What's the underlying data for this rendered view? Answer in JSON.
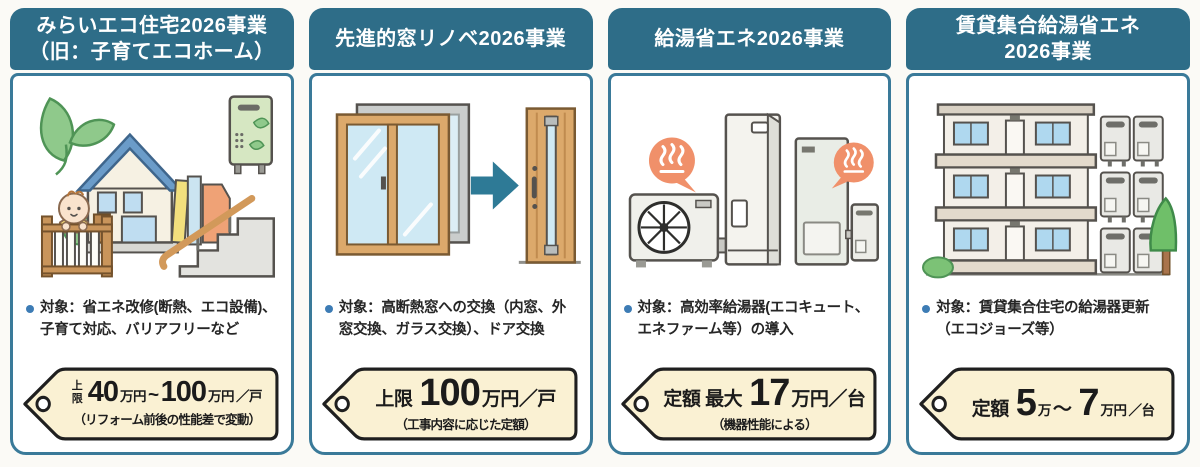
{
  "colors": {
    "page_bg": "#FBFAF6",
    "header_bg": "#2E6D88",
    "card_border": "#3A7A99",
    "tag_fill": "#FAF1D3",
    "tag_stroke": "#1F1F1F",
    "bullet_blue": "#3D7CB5",
    "text_dark": "#262626"
  },
  "cards": [
    {
      "id": "mirai-eco-house",
      "title_line1": "みらいエコ住宅2026事業",
      "title_line2": "（旧：子育てエコホーム）",
      "illustration": "eco-house-baby-gate-stairs-water-heater",
      "description": "対象：省エネ改修(断熱、エコ設備)、子育て対応、バリアフリーなど",
      "tag": {
        "segments": [
          {
            "text": "上限",
            "size": "stack"
          },
          {
            "text": "40",
            "size": "lg"
          },
          {
            "text": "万円",
            "size": "sm"
          },
          {
            "text": "~",
            "size": "md"
          },
          {
            "text": "100",
            "size": "lg"
          },
          {
            "text": "万円",
            "size": "sm"
          },
          {
            "text": "／戸",
            "size": "sm"
          }
        ],
        "caption": "（リフォーム前後の性能差で変動）"
      }
    },
    {
      "id": "advanced-window-renovation",
      "title_line1": "先進的窓リノベ2026事業",
      "illustration": "window-arrow-door",
      "description": "対象：高断熱窓への交換（内窓、外窓交換、ガラス交換）、ドア交換",
      "tag": {
        "segments": [
          {
            "text": "上限",
            "size": "md"
          },
          {
            "text": "100",
            "size": "xl"
          },
          {
            "text": "万円／戸",
            "size": "md"
          }
        ],
        "caption": "（工事内容に応じた定額）"
      }
    },
    {
      "id": "water-heater-energy-saving",
      "title_line1": "給湯省エネ2026事業",
      "illustration": "heat-pump-water-heaters",
      "description": "対象：高効率給湯器(エコキュート、エネファーム等）の導入",
      "tag": {
        "segments": [
          {
            "text": "定額 最大",
            "size": "md"
          },
          {
            "text": "17",
            "size": "xl"
          },
          {
            "text": "万円／台",
            "size": "md"
          }
        ],
        "caption": "（機器性能による）"
      }
    },
    {
      "id": "rental-apartment-water-heater",
      "title_line1": "賃貸集合給湯省エネ",
      "title_line2": "2026事業",
      "illustration": "apartment-building-water-heaters",
      "description": "対象：賃貸集合住宅の給湯器更新（エコジョーズ等）",
      "tag": {
        "segments": [
          {
            "text": "定額",
            "size": "md"
          },
          {
            "text": "5",
            "size": "xl"
          },
          {
            "text": "万",
            "size": "sm"
          },
          {
            "text": "〜",
            "size": "md"
          },
          {
            "text": "7",
            "size": "xl"
          },
          {
            "text": "万円",
            "size": "sm"
          },
          {
            "text": "／台",
            "size": "sm"
          }
        ]
      }
    }
  ]
}
